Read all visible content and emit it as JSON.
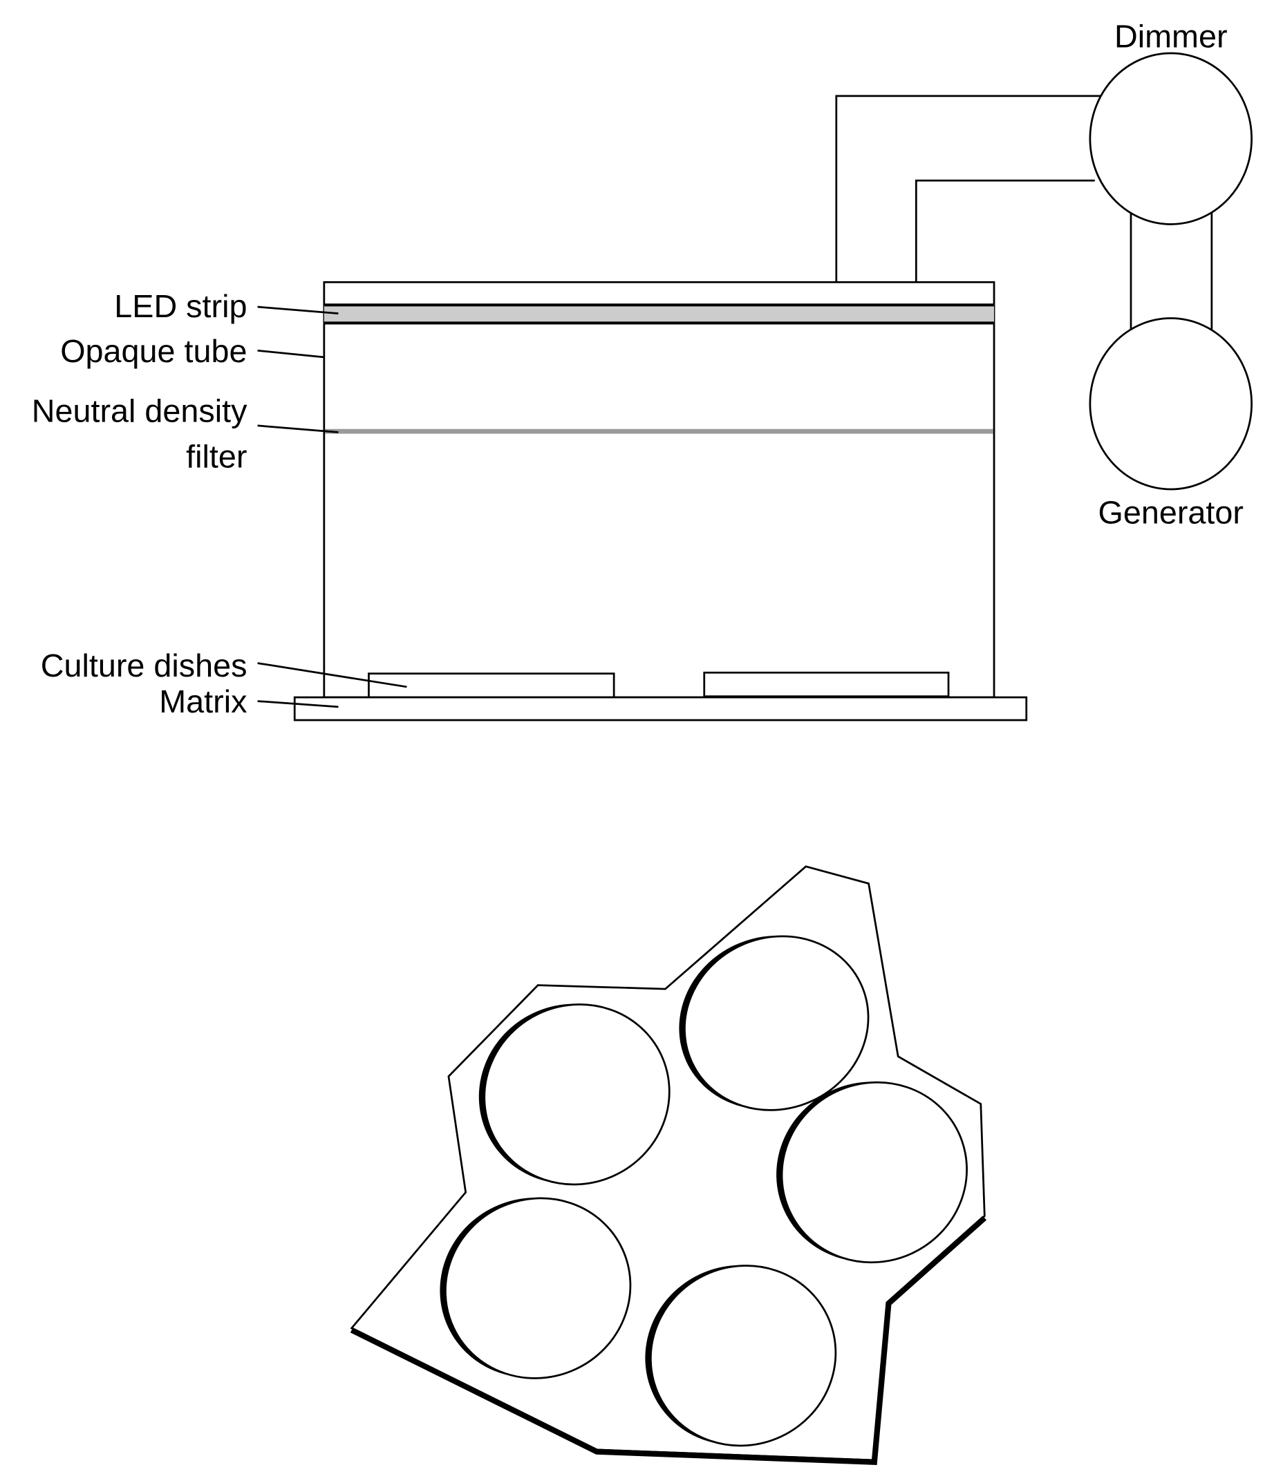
{
  "labels": {
    "led_strip": "LED strip",
    "opaque_tube": "Opaque tube",
    "nd_filter_line1": "Neutral density",
    "nd_filter_line2": "filter",
    "culture_dishes": "Culture dishes",
    "matrix": "Matrix",
    "dimmer": "Dimmer",
    "generator": "Generator"
  },
  "colors": {
    "led_strip": "#cccccc",
    "nd_filter": "#9a9a9a",
    "stroke": "#000000"
  }
}
